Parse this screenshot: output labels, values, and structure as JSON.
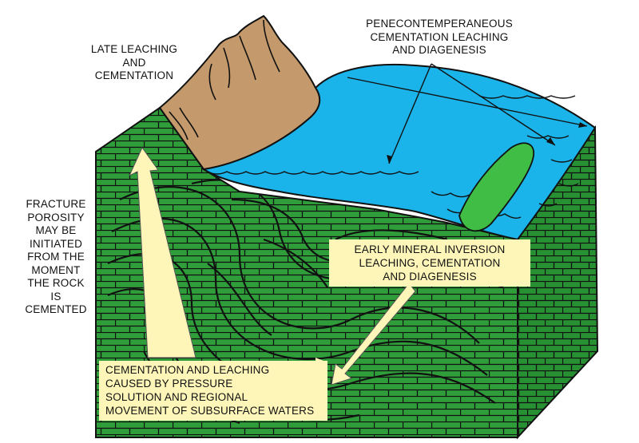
{
  "diagram": {
    "colors": {
      "rock": "#2f9e3a",
      "rock_side": "#279032",
      "water": "#1ab4ea",
      "mountain": "#c49a6c",
      "label_box": "#fdf6b8",
      "outline": "#111111"
    },
    "labels": {
      "late_leaching": [
        "LATE LEACHING",
        "AND",
        "CEMENTATION"
      ],
      "penecontemperaneous": [
        "PENECONTEMPERANEOUS",
        "CEMENTATION LEACHING",
        "AND DIAGENESIS"
      ],
      "fracture_porosity": [
        "FRACTURE",
        "POROSITY",
        "MAY BE",
        "INITIATED",
        "FROM THE",
        "MOMENT",
        "THE ROCK",
        "IS",
        "CEMENTED"
      ],
      "early_mineral": [
        "EARLY MINERAL INVERSION",
        "LEACHING, CEMENTATION",
        "AND DIAGENESIS"
      ],
      "cementation_pressure": [
        "CEMENTATION AND LEACHING",
        "CAUSED BY PRESSURE",
        "SOLUTION AND REGIONAL",
        "MOVEMENT OF SUBSURFACE WATERS"
      ]
    }
  }
}
